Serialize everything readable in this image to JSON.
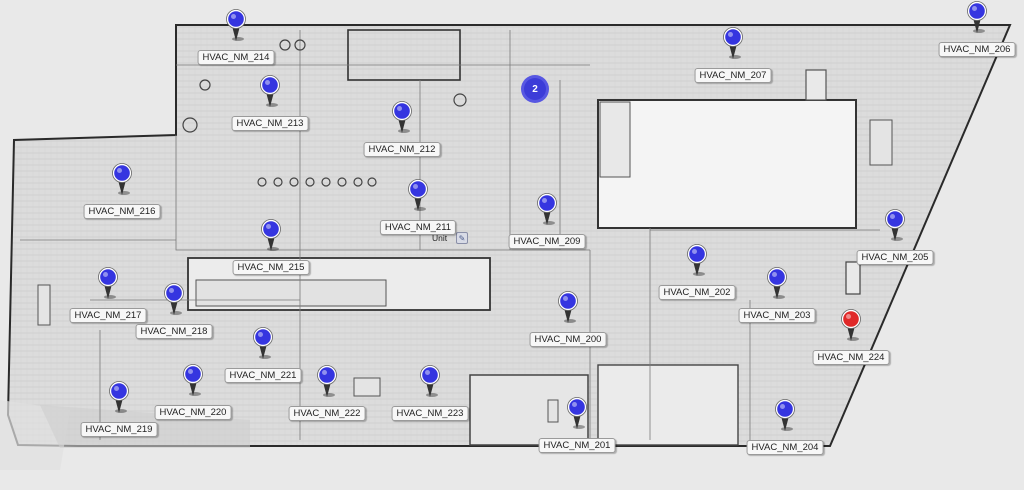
{
  "colors": {
    "marker_blue": "#3535e0",
    "marker_red": "#e02828",
    "cluster_blue": "#3c3cd8"
  },
  "cluster": {
    "count": "2"
  },
  "unit": {
    "label": "Unit",
    "icon": "wrench-icon"
  },
  "markers": [
    {
      "id": "HVAC_NM_214",
      "label": "HVAC_NM_214",
      "color": "blue"
    },
    {
      "id": "HVAC_NM_213",
      "label": "HVAC_NM_213",
      "color": "blue"
    },
    {
      "id": "HVAC_NM_212",
      "label": "HVAC_NM_212",
      "color": "blue"
    },
    {
      "id": "HVAC_NM_207",
      "label": "HVAC_NM_207",
      "color": "blue"
    },
    {
      "id": "HVAC_NM_206",
      "label": "HVAC_NM_206",
      "color": "blue"
    },
    {
      "id": "HVAC_NM_216",
      "label": "HVAC_NM_216",
      "color": "blue"
    },
    {
      "id": "HVAC_NM_211",
      "label": "HVAC_NM_211",
      "color": "blue"
    },
    {
      "id": "HVAC_NM_209",
      "label": "HVAC_NM_209",
      "color": "blue"
    },
    {
      "id": "HVAC_NM_215",
      "label": "HVAC_NM_215",
      "color": "blue"
    },
    {
      "id": "HVAC_NM_205",
      "label": "HVAC_NM_205",
      "color": "blue"
    },
    {
      "id": "HVAC_NM_202",
      "label": "HVAC_NM_202",
      "color": "blue"
    },
    {
      "id": "HVAC_NM_203",
      "label": "HVAC_NM_203",
      "color": "blue"
    },
    {
      "id": "HVAC_NM_217",
      "label": "HVAC_NM_217",
      "color": "blue"
    },
    {
      "id": "HVAC_NM_218",
      "label": "HVAC_NM_218",
      "color": "blue"
    },
    {
      "id": "HVAC_NM_200",
      "label": "HVAC_NM_200",
      "color": "blue"
    },
    {
      "id": "HVAC_NM_224",
      "label": "HVAC_NM_224",
      "color": "red"
    },
    {
      "id": "HVAC_NM_221",
      "label": "HVAC_NM_221",
      "color": "blue"
    },
    {
      "id": "HVAC_NM_222",
      "label": "HVAC_NM_222",
      "color": "blue"
    },
    {
      "id": "HVAC_NM_223",
      "label": "HVAC_NM_223",
      "color": "blue"
    },
    {
      "id": "HVAC_NM_220",
      "label": "HVAC_NM_220",
      "color": "blue"
    },
    {
      "id": "HVAC_NM_219",
      "label": "HVAC_NM_219",
      "color": "blue"
    },
    {
      "id": "HVAC_NM_201",
      "label": "HVAC_NM_201",
      "color": "blue"
    },
    {
      "id": "HVAC_NM_204",
      "label": "HVAC_NM_204",
      "color": "blue"
    }
  ]
}
